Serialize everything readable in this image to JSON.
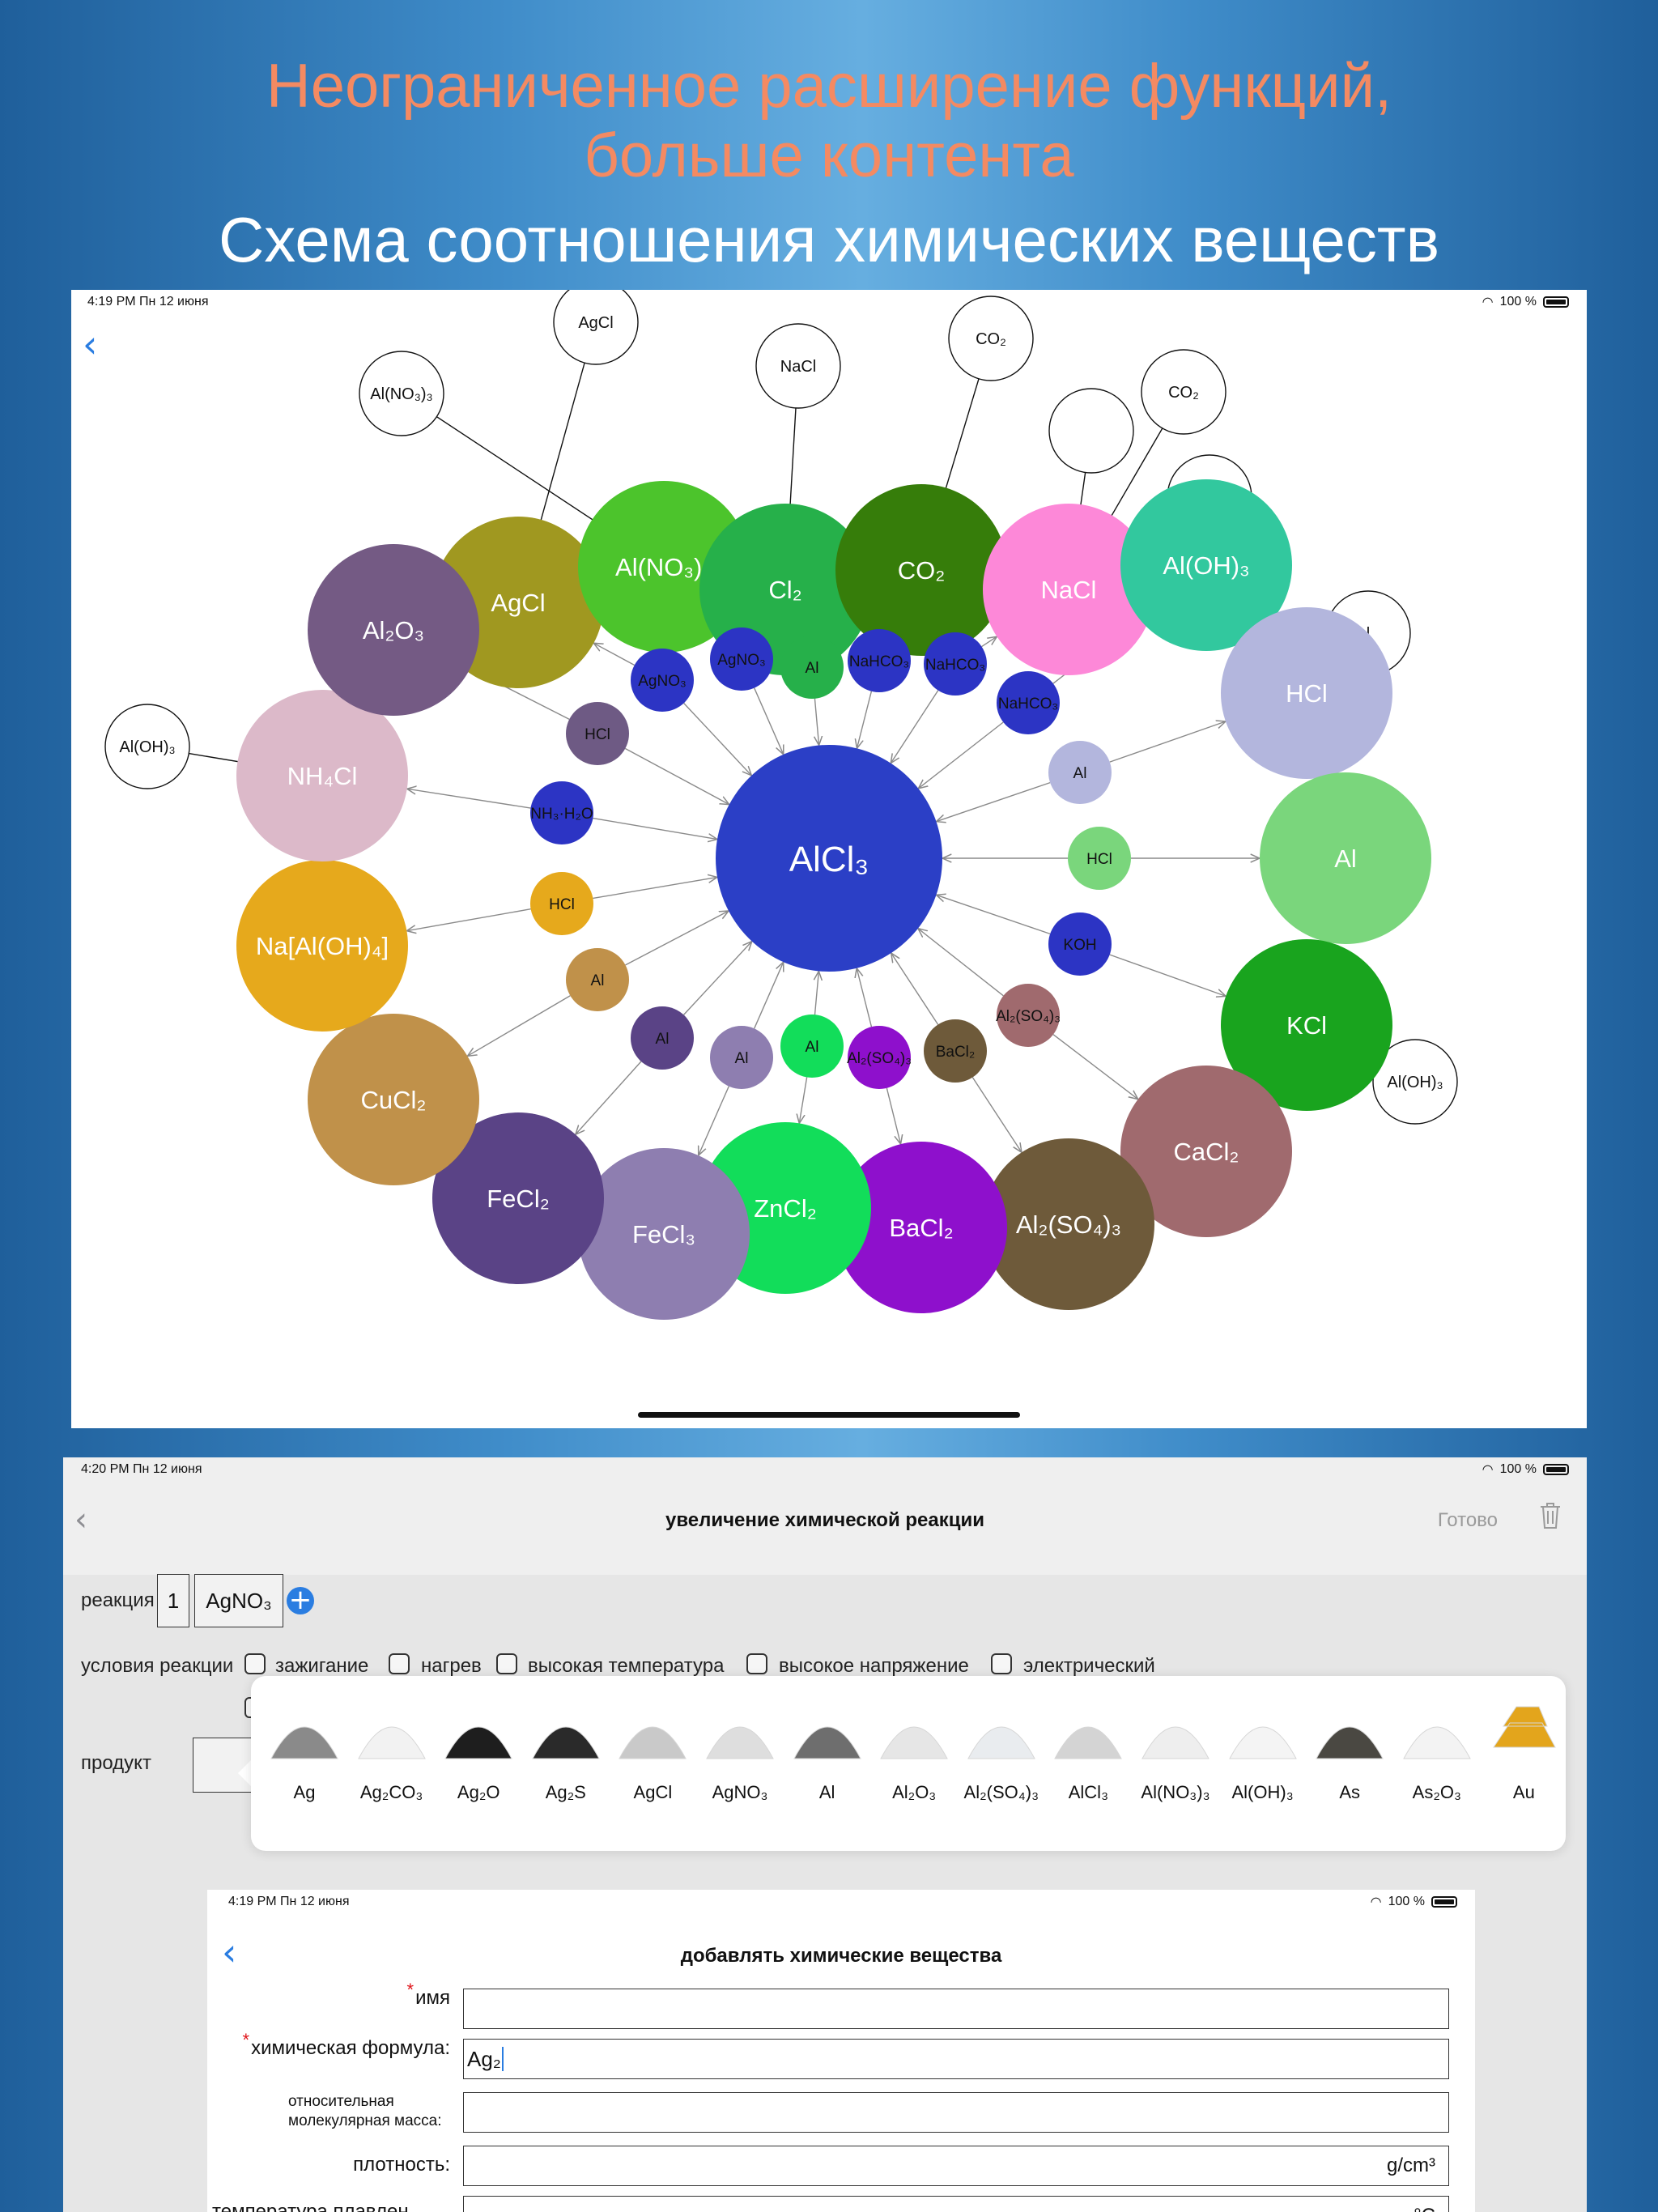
{
  "headline": {
    "line1": "Неограниченное расширение функций,",
    "line2": "больше контента",
    "subtitle": "Схема соотношения химических веществ"
  },
  "panel1": {
    "status_time": "4:19 PM   Пн 12 июня",
    "battery": "100 %",
    "center": {
      "label": "AlCl₃",
      "color": "#2b3fc6"
    },
    "inner_ring": [
      {
        "label": "AgNO₃",
        "color": "#2c34c4"
      },
      {
        "label": "AgNO₃",
        "color": "#2c34c4"
      },
      {
        "label": "Al",
        "color": "#26b04a"
      },
      {
        "label": "NaHCO₃",
        "color": "#2c34c4"
      },
      {
        "label": "NaHCO₃",
        "color": "#2c34c4"
      },
      {
        "label": "NaHCO₃",
        "color": "#2c34c4"
      },
      {
        "label": "Al",
        "color": "#b3b6dd"
      },
      {
        "label": "HCl",
        "color": "#7ad67c"
      },
      {
        "label": "KOH",
        "color": "#2c34c4"
      },
      {
        "label": "Al₂(SO₄)₃",
        "color": "#a06a6e"
      },
      {
        "label": "BaCl₂",
        "color": "#6e5a3a"
      },
      {
        "label": "Al₂(SO₄)₃",
        "color": "#8e10cc"
      },
      {
        "label": "Al",
        "color": "#12dd5a"
      },
      {
        "label": "Al",
        "color": "#8e7eb0"
      },
      {
        "label": "Al",
        "color": "#5a4386"
      },
      {
        "label": "Al",
        "color": "#c0914a"
      },
      {
        "label": "HCl",
        "color": "#e6a91c"
      },
      {
        "label": "NH₃·H₂O",
        "color": "#2c34c4"
      },
      {
        "label": "HCl",
        "color": "#6e5a84"
      }
    ],
    "outer_ring": [
      {
        "label": "AgCl",
        "color": "#a09820"
      },
      {
        "label": "Al(NO₃)₃",
        "color": "#4cc42c"
      },
      {
        "label": "Cl₂",
        "color": "#26b04a"
      },
      {
        "label": "CO₂",
        "color": "#367d0a"
      },
      {
        "label": "NaCl",
        "color": "#fd88d8"
      },
      {
        "label": "Al(OH)₃",
        "color": "#32c89e"
      },
      {
        "label": "HCl",
        "color": "#b3b6dd"
      },
      {
        "label": "Al",
        "color": "#7ad67c"
      },
      {
        "label": "KCl",
        "color": "#19a41e"
      },
      {
        "label": "CaCl₂",
        "color": "#a06a6e"
      },
      {
        "label": "Al₂(SO₄)₃",
        "color": "#6e5a3a"
      },
      {
        "label": "BaCl₂",
        "color": "#8e10cc"
      },
      {
        "label": "ZnCl₂",
        "color": "#12dd5a"
      },
      {
        "label": "FeCl₃",
        "color": "#8e7eb0"
      },
      {
        "label": "FeCl₂",
        "color": "#5a4386"
      },
      {
        "label": "CuCl₂",
        "color": "#c0914a"
      },
      {
        "label": "Na[Al(OH)₄]",
        "color": "#e6a91c"
      },
      {
        "label": "NH₄Cl",
        "color": "#dcb9c9"
      },
      {
        "label": "Al₂O₃",
        "color": "#745a84"
      }
    ],
    "white_nodes": [
      {
        "label": "AgCl"
      },
      {
        "label": "Al(NO₃)₃"
      },
      {
        "label": "NaCl"
      },
      {
        "label": "CO₂"
      },
      {
        "label": "CO₂"
      },
      {
        "label": "Al(OH)₃"
      },
      {
        "label": "Al(OH)₃"
      },
      {
        "label": "l"
      },
      {
        "label": ""
      },
      {
        "label": ""
      }
    ]
  },
  "panel2": {
    "status_time": "4:20 PM   Пн 12 июня",
    "battery": "100 %",
    "title": "увеличение химической реакции",
    "done_label": "Готово",
    "reaction_label": "реакция",
    "reaction_count": "1",
    "reaction_substance": "AgNO₃",
    "conditions_label": "условия реакции",
    "conditions": [
      "зажигание",
      "нагрев",
      "высокая температура",
      "высокое напряжение",
      "электрический"
    ],
    "product_label": "продукт",
    "substances": [
      {
        "name": "Ag",
        "color": "#8a8a8a"
      },
      {
        "name": "Ag₂CO₃",
        "color": "#f2f2f2"
      },
      {
        "name": "Ag₂O",
        "color": "#1e1e1e"
      },
      {
        "name": "Ag₂S",
        "color": "#2a2a2a"
      },
      {
        "name": "AgCl",
        "color": "#c9c9c9"
      },
      {
        "name": "AgNO₃",
        "color": "#dedede"
      },
      {
        "name": "Al",
        "color": "#6e6e6e"
      },
      {
        "name": "Al₂O₃",
        "color": "#e6e6e6"
      },
      {
        "name": "Al₂(SO₄)₃",
        "color": "#e9ecef"
      },
      {
        "name": "AlCl₃",
        "color": "#d4d4d4"
      },
      {
        "name": "Al(NO₃)₃",
        "color": "#eeeeee"
      },
      {
        "name": "Al(OH)₃",
        "color": "#f4f4f4"
      },
      {
        "name": "As",
        "color": "#4a4842"
      },
      {
        "name": "As₂O₃",
        "color": "#f3f3f3"
      },
      {
        "name": "Au",
        "color": "#e3a51c"
      }
    ]
  },
  "panel3": {
    "status_time": "4:19 PM   Пн 12 июня",
    "battery": "100 %",
    "title": "добавлять химические вещества",
    "fields": [
      {
        "label": "имя",
        "required": "*",
        "value": "",
        "unit": ""
      },
      {
        "label": "химическая формула:",
        "required": "*",
        "value": "Ag₂",
        "unit": ""
      },
      {
        "label": "относительная молекулярная масса:",
        "required": "",
        "value": "",
        "unit": ""
      },
      {
        "label": "плотность:",
        "required": "",
        "value": "",
        "unit": "g/cm³"
      }
    ],
    "cut_label": "температура плавлен",
    "cut_unit": "°C"
  }
}
